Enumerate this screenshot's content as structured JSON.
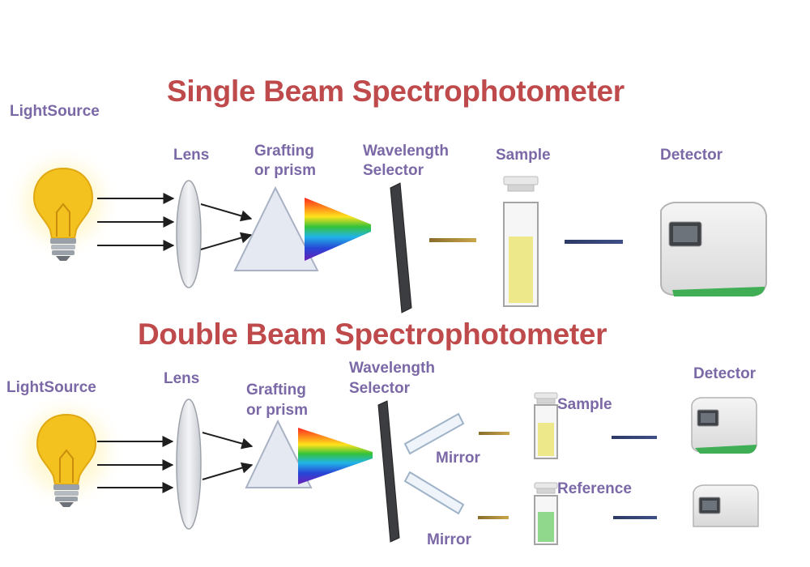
{
  "single": {
    "title": "Single Beam Spectrophotometer",
    "light_source": "LightSource",
    "lens": "Lens",
    "grating_line1": "Grafting",
    "grating_line2": "or prism",
    "selector_line1": "Wavelength",
    "selector_line2": "Selector",
    "sample": "Sample",
    "detector": "Detector"
  },
  "double": {
    "title": "Double Beam Spectrophotometer",
    "light_source": "LightSource",
    "lens": "Lens",
    "grating_line1": "Grafting",
    "grating_line2": "or prism",
    "selector_line1": "Wavelength",
    "selector_line2": "Selector",
    "sample": "Sample",
    "reference": "Reference",
    "mirror_top": "Mirror",
    "mirror_bottom": "Mirror",
    "detector": "Detector"
  },
  "colors": {
    "title": "#bf4a4c",
    "label": "#7b68a6",
    "bulb": "#f3c21e",
    "sample_fluid": "#ede98a",
    "reference_fluid": "#8fd88c",
    "detector_accent": "#3fae55"
  },
  "icons": [
    "light-bulb-icon",
    "lens-icon",
    "prism-icon",
    "spectrum-icon",
    "selector-slit-icon",
    "cuvette-icon",
    "detector-icon",
    "mirror-icon"
  ]
}
